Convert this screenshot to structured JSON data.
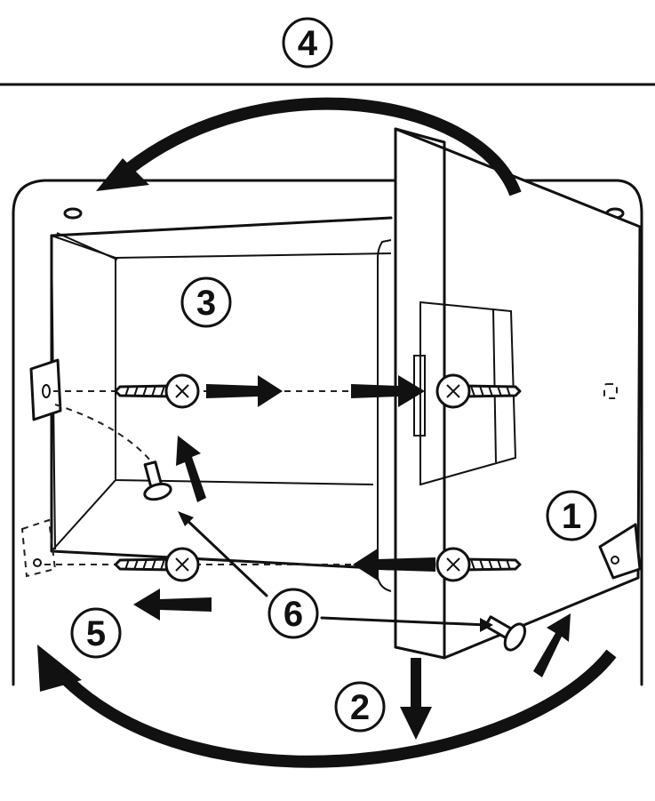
{
  "steps": {
    "step1": "1",
    "step2": "2",
    "step3": "3",
    "step4": "4",
    "step5": "5",
    "step6": "6"
  },
  "colors": {
    "ink": "#111111",
    "background": "#ffffff"
  }
}
